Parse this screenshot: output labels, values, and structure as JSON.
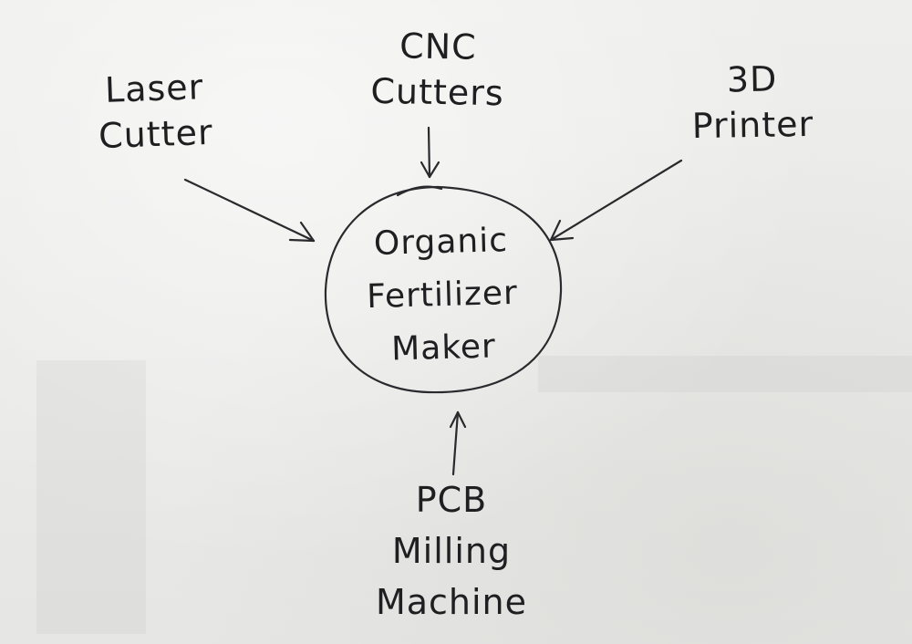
{
  "diagram": {
    "center": {
      "lines": [
        "Organic",
        "Fertilizer",
        "Maker"
      ]
    },
    "nodes": {
      "laser_cutter": {
        "lines": [
          "Laser",
          "Cutter"
        ]
      },
      "cnc_cutters": {
        "lines": [
          "CNC",
          "Cutters"
        ]
      },
      "printer_3d": {
        "lines": [
          "3D",
          "Printer"
        ]
      },
      "pcb_milling_machine": {
        "lines": [
          "PCB",
          "Milling",
          "Machine"
        ]
      }
    },
    "ink_color": "#1f1f22"
  }
}
